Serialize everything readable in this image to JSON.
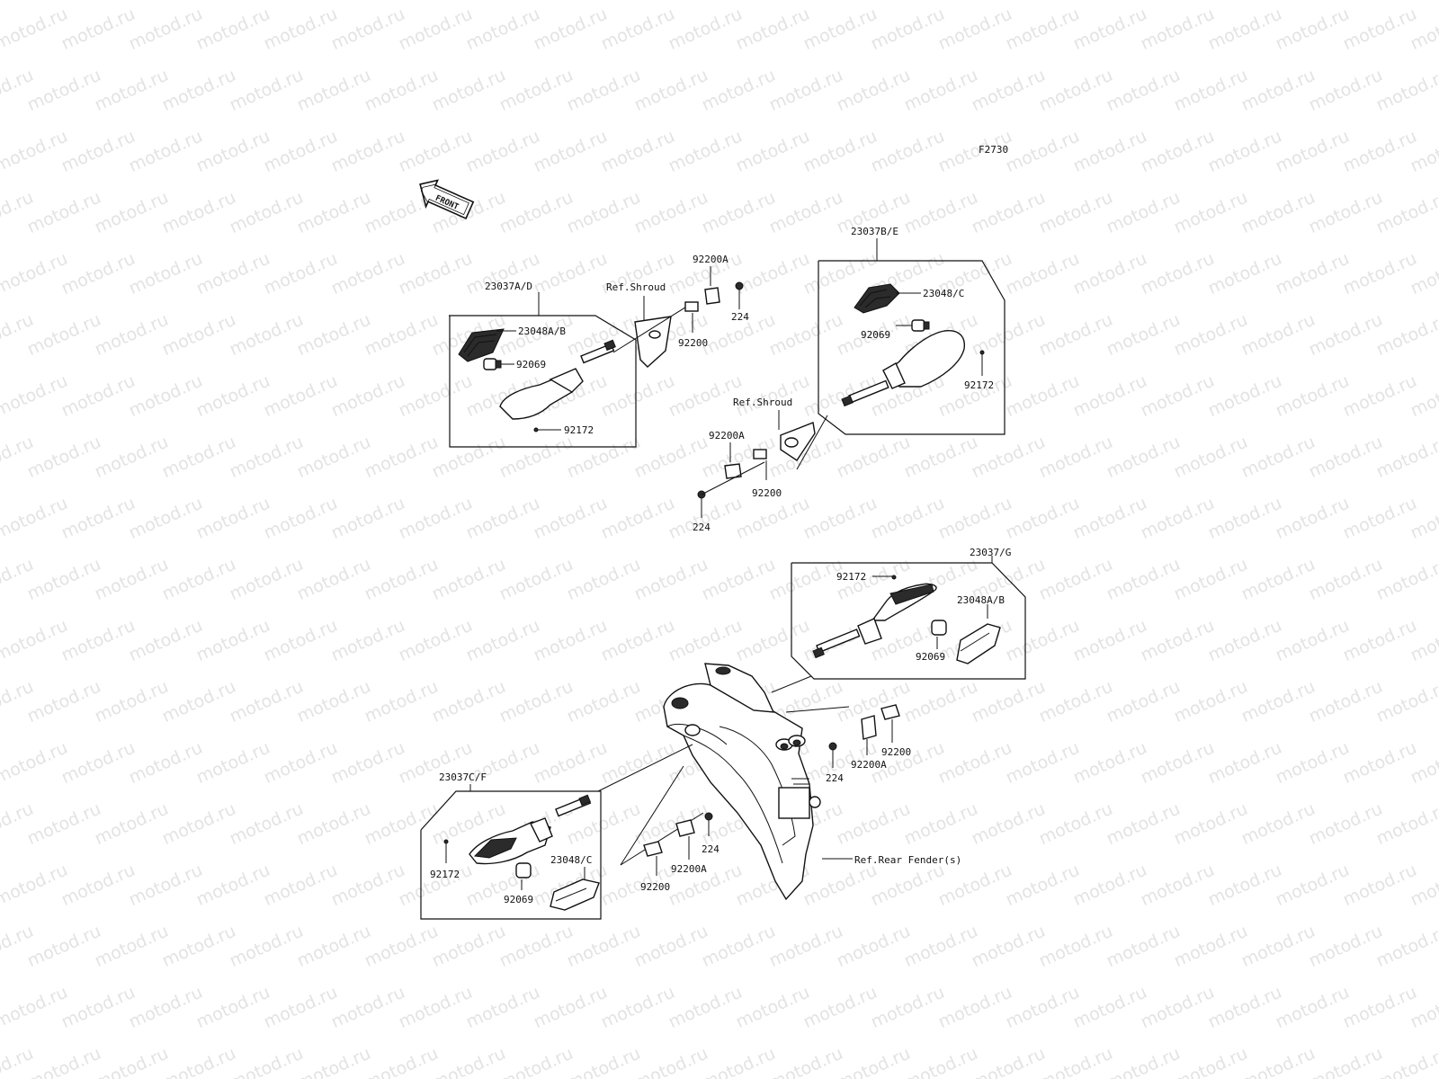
{
  "watermark": "motod.ru",
  "figure_code": "F2730",
  "front_label": "FRONT",
  "labels": {
    "front_left_assy": "23037A/D",
    "front_left_lens": "23048A/B",
    "front_left_bulb": "92069",
    "front_left_screw": "92172",
    "shroud_left": "Ref.Shroud",
    "washer_a_top": "92200A",
    "washer_top": "92200",
    "nut_top": "224",
    "front_right_assy": "23037B/E",
    "front_right_lens": "23048/C",
    "front_right_bulb": "92069",
    "front_right_screw": "92172",
    "shroud_right": "Ref.Shroud",
    "washer_a_mid": "92200A",
    "washer_mid": "92200",
    "nut_mid": "224",
    "rear_right_assy": "23037/G",
    "rear_right_screw": "92172",
    "rear_right_lens": "23048A/B",
    "rear_right_bulb": "92069",
    "washer_rear_right": "92200",
    "washer_a_rear_right": "92200A",
    "nut_rear_right": "224",
    "rear_left_assy": "23037C/F",
    "rear_left_screw": "92172",
    "rear_left_lens": "23048/C",
    "rear_left_bulb": "92069",
    "nut_rear_left": "224",
    "washer_a_rear_left": "92200A",
    "washer_rear_left": "92200",
    "rear_fender": "Ref.Rear Fender(s)"
  }
}
